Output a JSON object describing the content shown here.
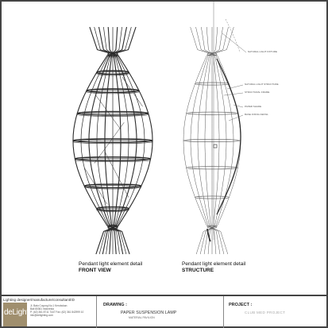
{
  "captions": {
    "front": {
      "title": "Pendant light element detail",
      "sub": "FRONT VIEW"
    },
    "structure": {
      "title": "Pendant light element detail",
      "sub": "STRUCTURE"
    }
  },
  "callouts": [
    "NATURAL LIGHT FIXTURE",
    "NATURAL LIGHT STRUCTURE",
    "STRUCTURAL FRAME",
    "PAPER SHADE",
    "BASE FIXING DETAIL"
  ],
  "title_block": {
    "company_line": "Lighting designer/manufacture/consultant/ID",
    "logo_text": "deLighting",
    "address_lines": [
      "Jl. Batu Cuyung No.1 Kerobokan",
      "Bali 80361 Indonesia",
      "P: (62) 361 8711 7447 Fax: (62) 361 842999 10",
      "info@delighting.com"
    ],
    "drawing_label": "DRAWING :",
    "drawing_title": "PAPER SUSPENSION LAMP",
    "drawing_subtitle": "MATERIAL PAVILION",
    "project_label": "PROJECT :",
    "project_name": "CLUB MED PROJECT"
  },
  "colors": {
    "line": "#2a2a2a",
    "logo_bg": "#a08f6e",
    "border": "#444444"
  }
}
